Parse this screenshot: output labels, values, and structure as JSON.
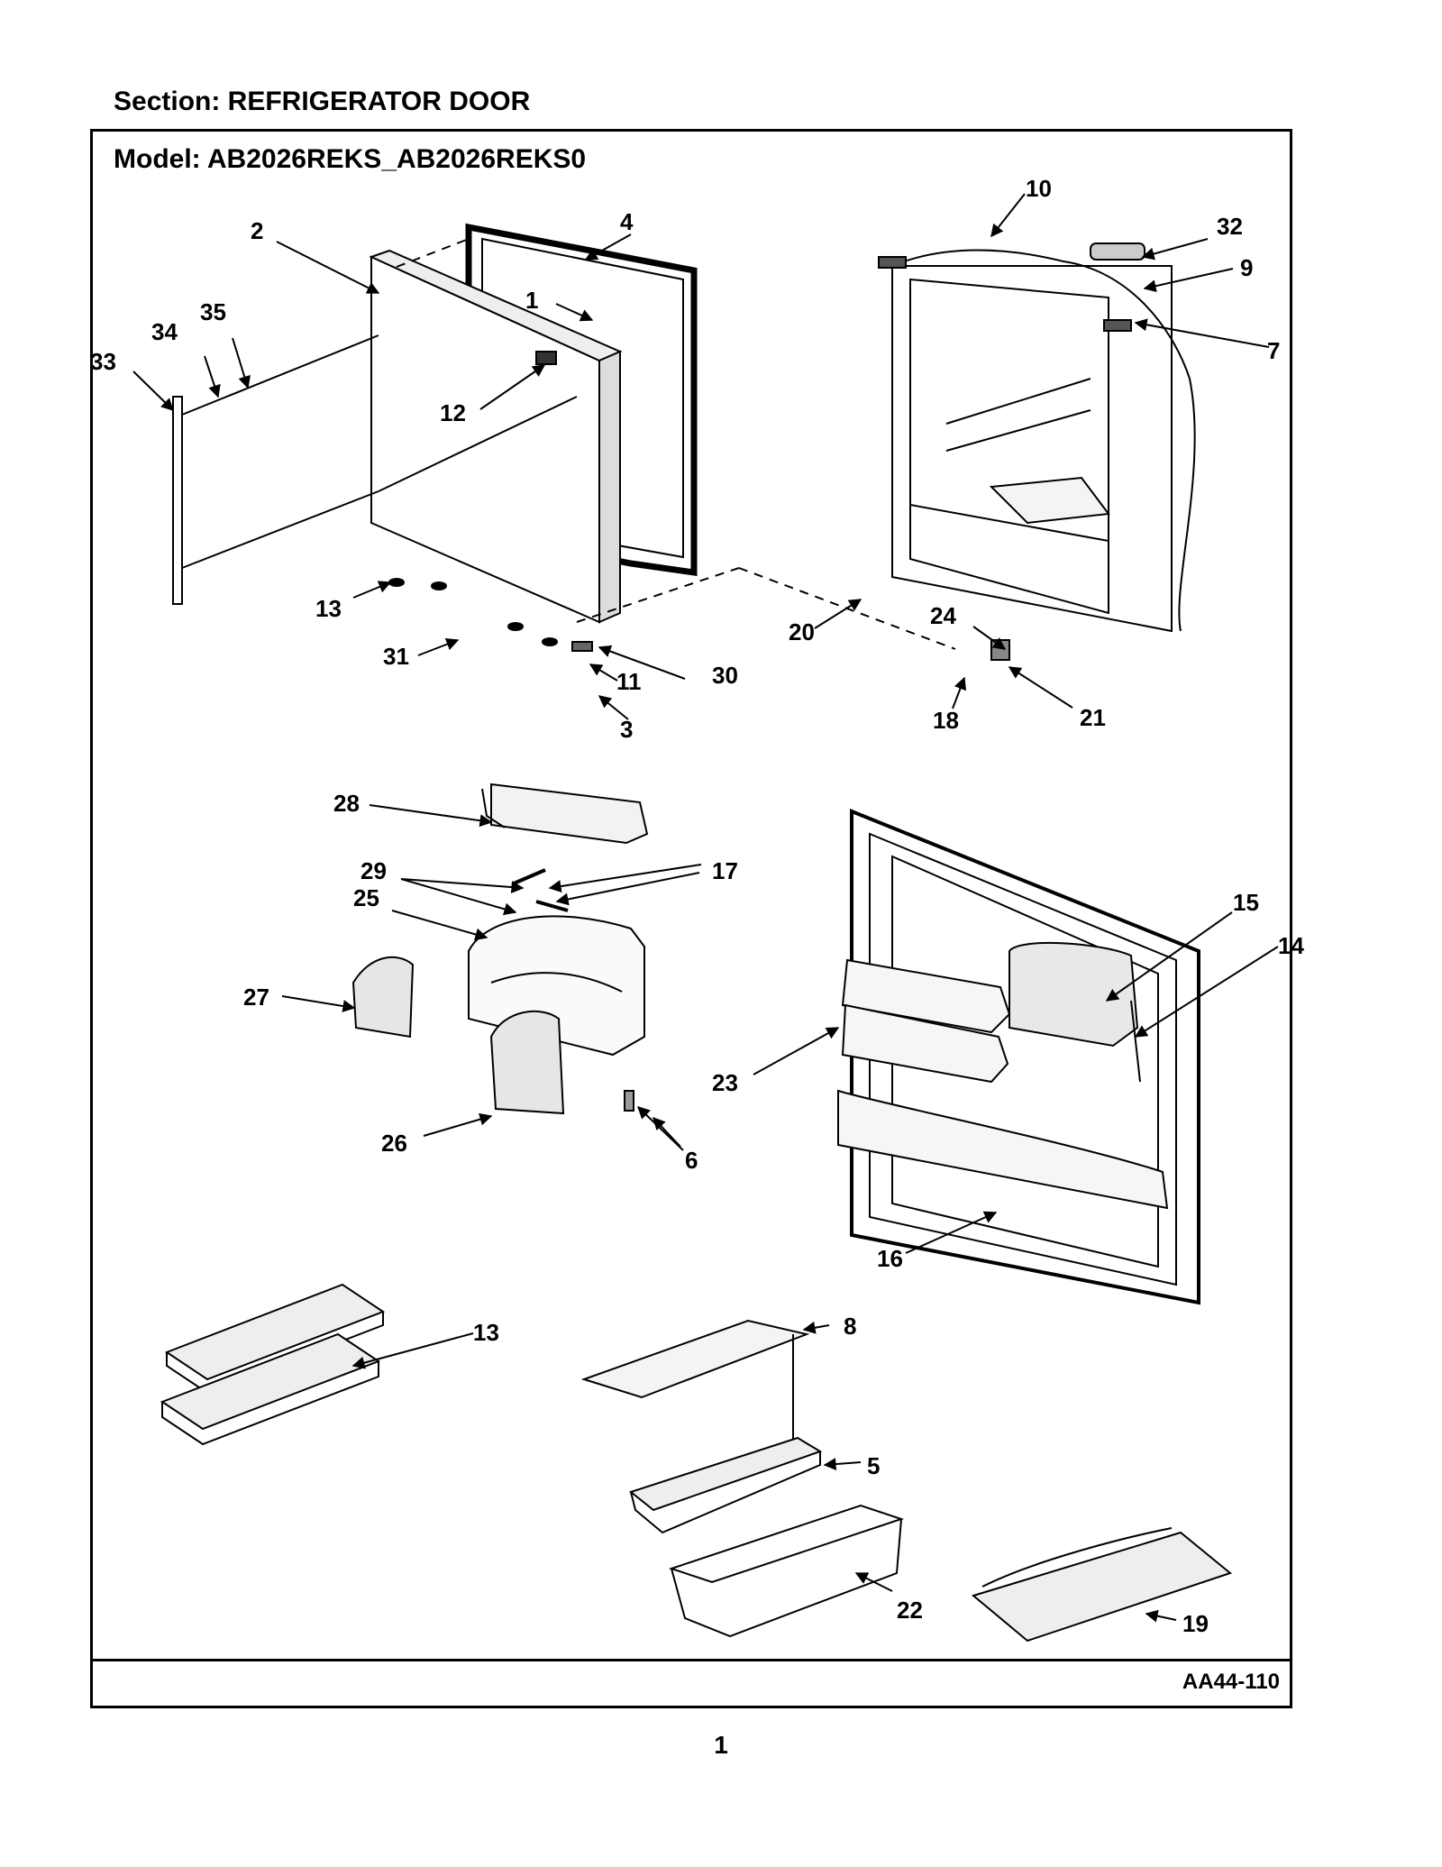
{
  "header": {
    "section": "Section:  REFRIGERATOR DOOR"
  },
  "diagram": {
    "model": "Model:  AB2026REKS_AB2026REKS0",
    "drawing_code": "AA44-110",
    "callouts": [
      "1",
      "2",
      "3",
      "4",
      "5",
      "6",
      "7",
      "8",
      "9",
      "10",
      "11",
      "12",
      "13",
      "13",
      "14",
      "15",
      "16",
      "17",
      "18",
      "19",
      "20",
      "21",
      "22",
      "23",
      "24",
      "25",
      "26",
      "27",
      "28",
      "29",
      "30",
      "31",
      "32",
      "33",
      "34",
      "35"
    ]
  },
  "footer": {
    "page_number": "1"
  }
}
